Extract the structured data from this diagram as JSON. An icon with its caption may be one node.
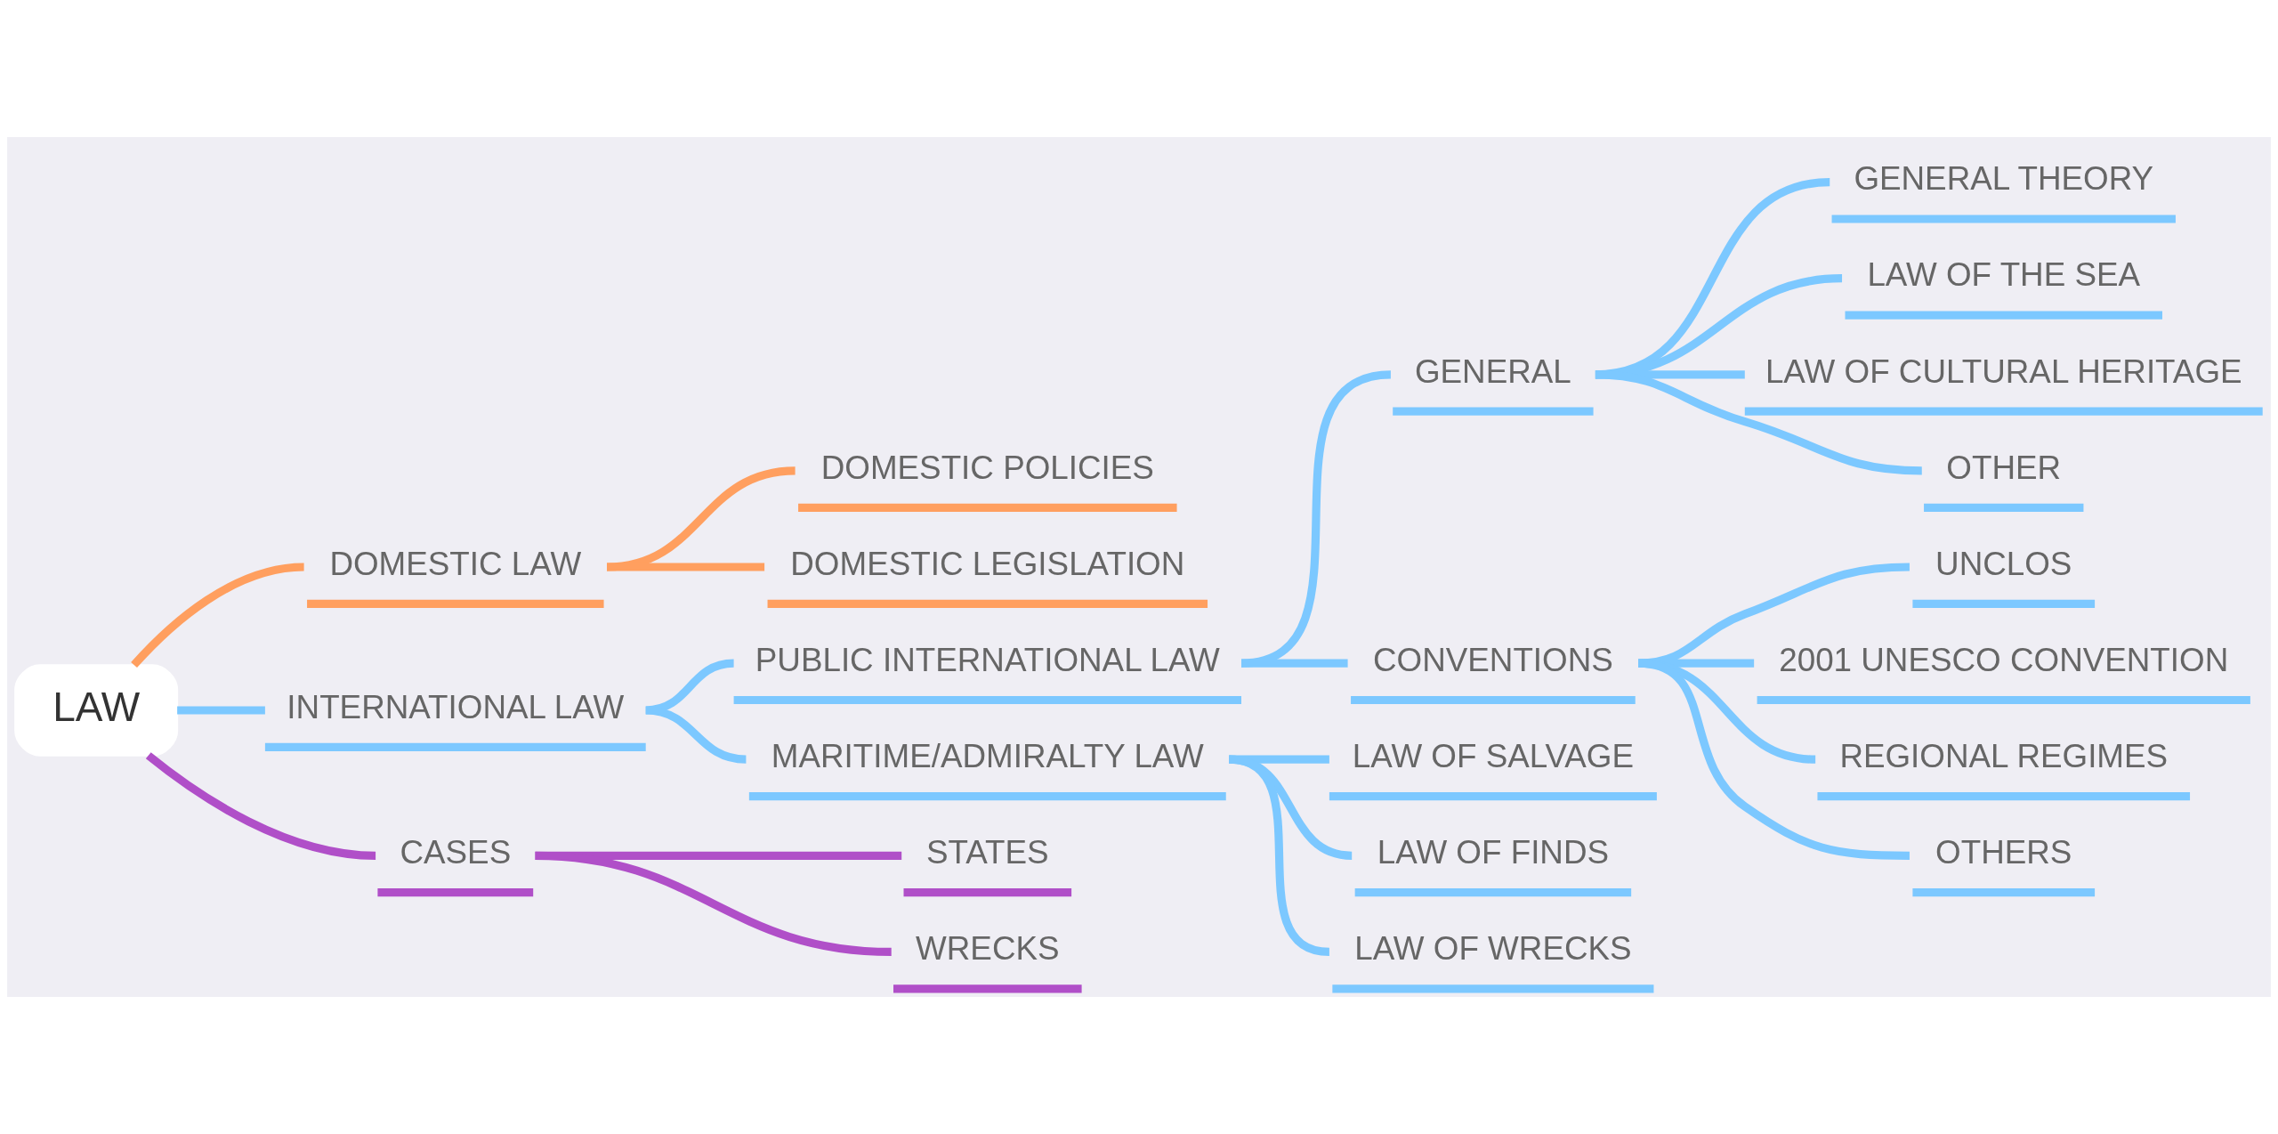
{
  "diagram": {
    "nodes": [
      {
        "text": [
          "LAW"
        ]
      },
      {
        "text": [
          "DOMESTIC LAW"
        ]
      },
      {
        "text": [
          "DOMESTIC POLICIES"
        ]
      },
      {
        "text": [
          "DOMESTIC LEGISLATION"
        ]
      },
      {
        "text": [
          "INTERNATIONAL LAW"
        ]
      },
      {
        "text": [
          "PUBLIC INTERNATIONAL LAW"
        ]
      },
      {
        "text": [
          "GENERAL"
        ]
      },
      {
        "text": [
          "GENERAL THEORY"
        ]
      },
      {
        "text": [
          "LAW OF THE SEA"
        ]
      },
      {
        "text": [
          "LAW OF CULTURAL HERITAGE"
        ]
      },
      {
        "text": [
          "OTHER"
        ]
      },
      {
        "text": [
          "CONVENTIONS"
        ]
      },
      {
        "text": [
          "UNCLOS"
        ]
      },
      {
        "text": [
          "2001 UNESCO CONVENTION"
        ]
      },
      {
        "text": [
          "REGIONAL REGIMES"
        ]
      },
      {
        "text": [
          "OTHERS"
        ]
      },
      {
        "text": [
          "MARITIME/ADMIRALTY LAW"
        ]
      },
      {
        "text": [
          "LAW OF SALVAGE"
        ]
      },
      {
        "text": [
          "LAW OF FINDS"
        ]
      },
      {
        "text": [
          "LAW OF WRECKS"
        ]
      },
      {
        "text": [
          "CASES"
        ]
      },
      {
        "text": [
          "STATES"
        ]
      },
      {
        "text": [
          "WRECKS"
        ]
      }
    ],
    "edges": [
      {
        "from": 0,
        "to": 1,
        "arrow": "none",
        "color": "#ff9f5f"
      },
      {
        "from": 1,
        "to": 2,
        "arrow": "none",
        "color": "#ff9f5f"
      },
      {
        "from": 1,
        "to": 3,
        "arrow": "none",
        "color": "#ff9f5f"
      },
      {
        "from": 0,
        "to": 4,
        "arrow": "none"
      },
      {
        "from": 4,
        "to": 5,
        "arrow": "none"
      },
      {
        "from": 5,
        "to": 6,
        "arrow": "none"
      },
      {
        "from": 6,
        "to": 7,
        "arrow": "none"
      },
      {
        "from": 6,
        "to": 8,
        "arrow": "none"
      },
      {
        "from": 6,
        "to": 9,
        "arrow": "none"
      },
      {
        "from": 6,
        "to": 10,
        "arrow": "none"
      },
      {
        "from": 5,
        "to": 11,
        "arrow": "none"
      },
      {
        "from": 11,
        "to": 12,
        "arrow": "none"
      },
      {
        "from": 11,
        "to": 13,
        "arrow": "none"
      },
      {
        "from": 11,
        "to": 14,
        "arrow": "none"
      },
      {
        "from": 11,
        "to": 15,
        "arrow": "none"
      },
      {
        "from": 4,
        "to": 16,
        "arrow": "none"
      },
      {
        "from": 16,
        "to": 17,
        "arrow": "none"
      },
      {
        "from": 16,
        "to": 18,
        "arrow": "none"
      },
      {
        "from": 16,
        "to": 19,
        "arrow": "none"
      },
      {
        "from": 0,
        "to": 20,
        "arrow": "none",
        "color": "#b04fc8"
      },
      {
        "from": 20,
        "to": 21,
        "arrow": "none",
        "color": "#b04fc8"
      },
      {
        "from": 20,
        "to": 22,
        "arrow": "none",
        "color": "#b04fc8"
      }
    ]
  }
}
